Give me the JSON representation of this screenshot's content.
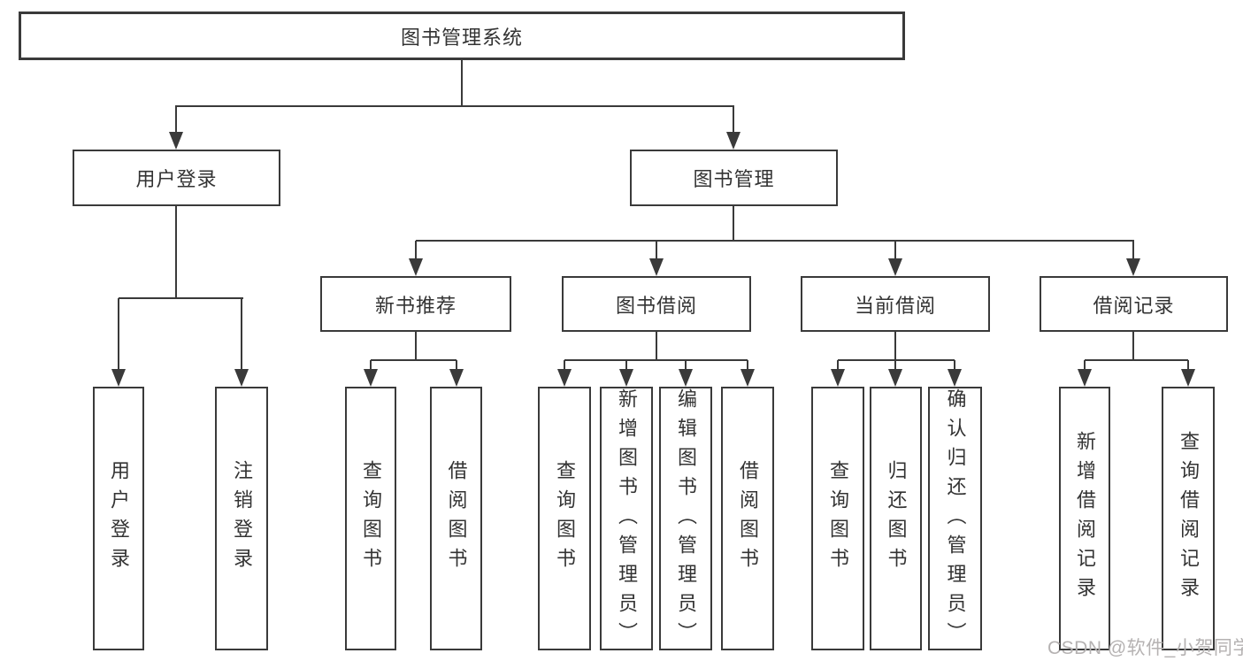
{
  "diagram_title": "图书管理系统",
  "tree": {
    "root": {
      "label": "图书管理系统"
    },
    "branches": [
      {
        "label": "用户登录",
        "children": [
          {
            "label": "用户登录"
          },
          {
            "label": "注销登录"
          }
        ]
      },
      {
        "label": "图书管理",
        "children": [
          {
            "label": "新书推荐",
            "children": [
              {
                "label": "查询图书"
              },
              {
                "label": "借阅图书"
              }
            ]
          },
          {
            "label": "图书借阅",
            "children": [
              {
                "label": "查询图书"
              },
              {
                "label": "新增图书（管理员）"
              },
              {
                "label": "编辑图书（管理员）"
              },
              {
                "label": "借阅图书"
              }
            ]
          },
          {
            "label": "当前借阅",
            "children": [
              {
                "label": "查询图书"
              },
              {
                "label": "归还图书"
              },
              {
                "label": "确认归还（管理员）"
              }
            ]
          },
          {
            "label": "借阅记录",
            "children": [
              {
                "label": "新增借阅记录"
              },
              {
                "label": "查询借阅记录"
              }
            ]
          }
        ]
      }
    ]
  },
  "watermark": {
    "text": "CSDN @软件_小贺同学"
  },
  "colors": {
    "line": "#3a3a3a",
    "text": "#333333",
    "watermark": "#b5b2b2",
    "background": "#ffffff"
  }
}
